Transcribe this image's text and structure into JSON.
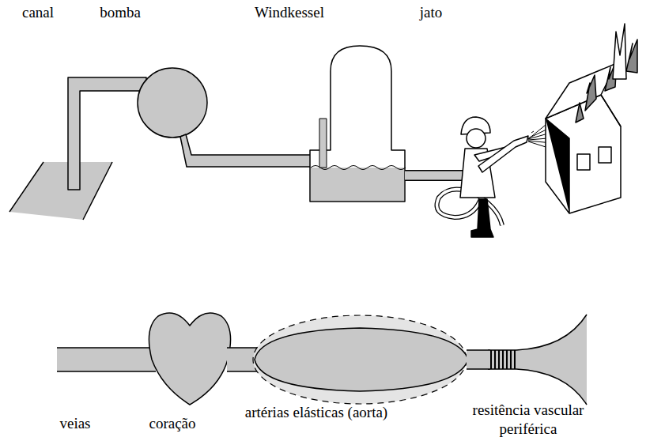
{
  "diagram": {
    "labels": [
      "canal",
      "bomba",
      "Windkessel",
      "jato",
      "veias",
      "coração",
      "artérias elásticas (aorta)",
      "resitência vascular periférica"
    ]
  }
}
